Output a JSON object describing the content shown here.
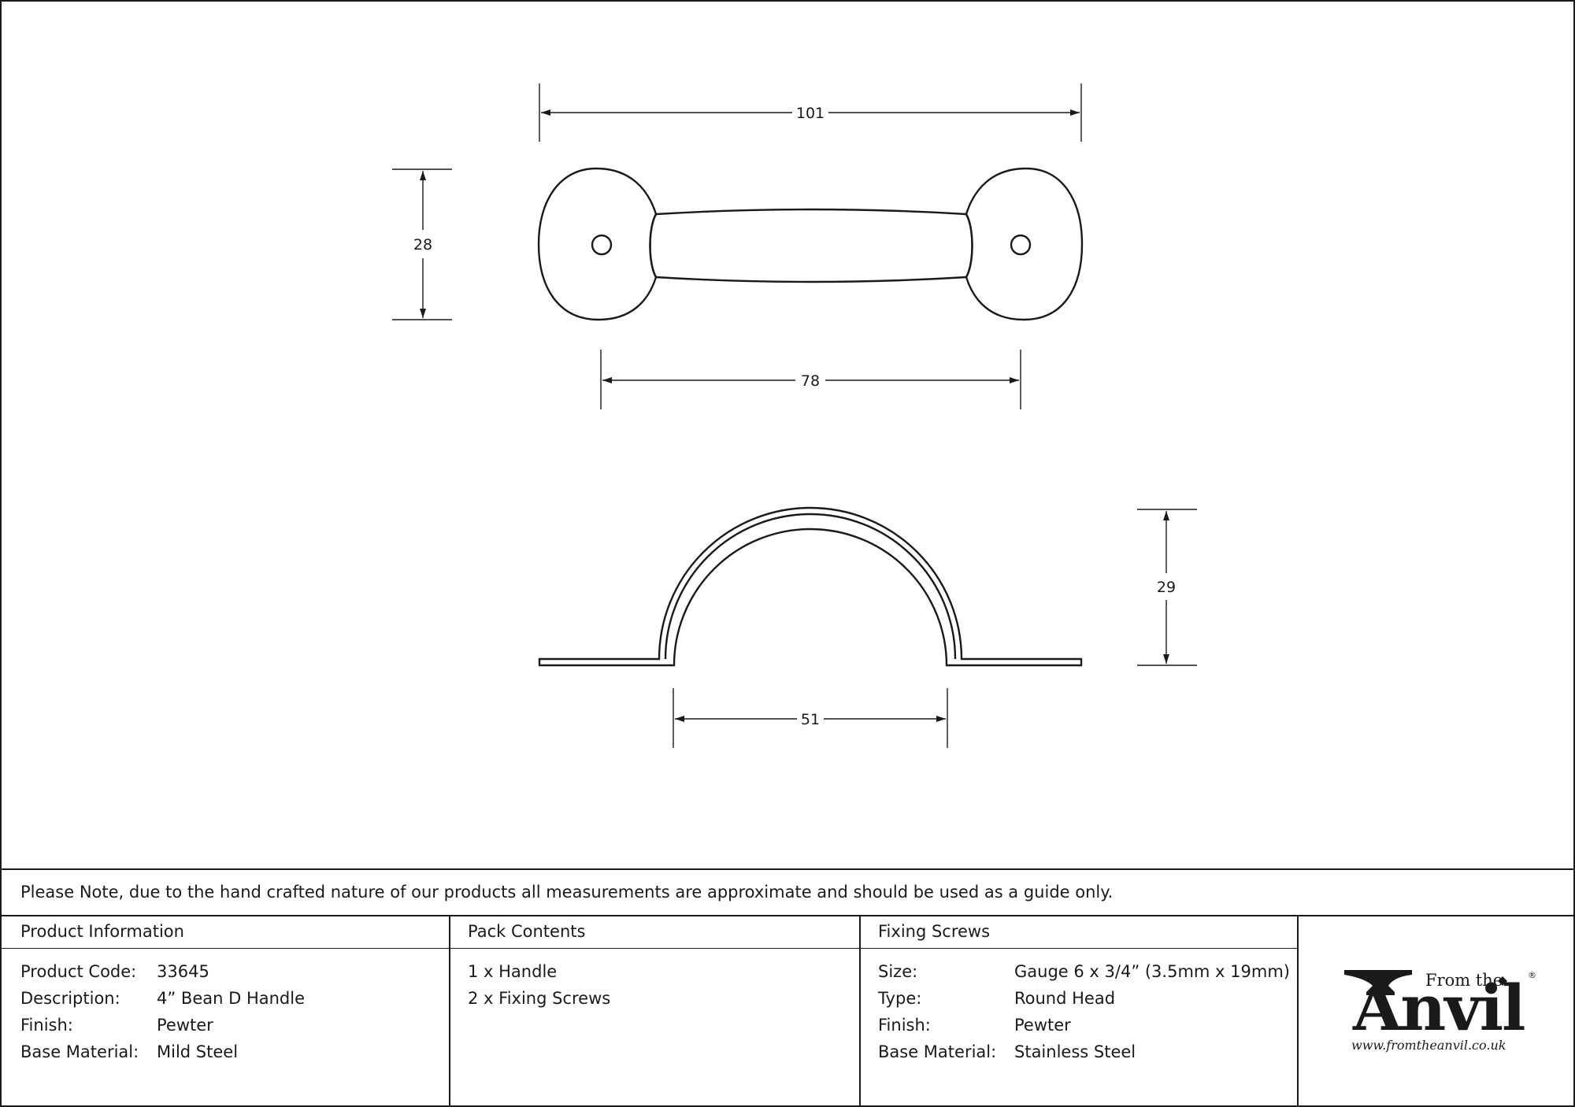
{
  "dimensions": {
    "overall_length": "101",
    "width": "28",
    "fixing_centres": "78",
    "projection": "29",
    "grip_length": "51"
  },
  "note": "Please Note, due to the hand crafted nature of our products all measurements are approximate and should be used as a guide only.",
  "product_info": {
    "heading": "Product Information",
    "rows": [
      {
        "label": "Product Code:",
        "value": "33645"
      },
      {
        "label": "Description:",
        "value": "4” Bean D Handle"
      },
      {
        "label": "Finish:",
        "value": "Pewter"
      },
      {
        "label": "Base Material:",
        "value": "Mild Steel"
      }
    ]
  },
  "pack_contents": {
    "heading": "Pack Contents",
    "items": [
      "1 x Handle",
      "2 x Fixing Screws"
    ]
  },
  "fixing_screws": {
    "heading": "Fixing Screws",
    "rows": [
      {
        "label": "Size:",
        "value": "Gauge 6 x 3/4” (3.5mm x 19mm)"
      },
      {
        "label": "Type:",
        "value": "Round Head"
      },
      {
        "label": "Finish:",
        "value": "Pewter"
      },
      {
        "label": "Base Material:",
        "value": "Stainless Steel"
      }
    ]
  },
  "logo": {
    "from_the": "From the",
    "anvil": "Anvil",
    "registered": "®",
    "url": "www.fromtheanvil.co.uk"
  }
}
